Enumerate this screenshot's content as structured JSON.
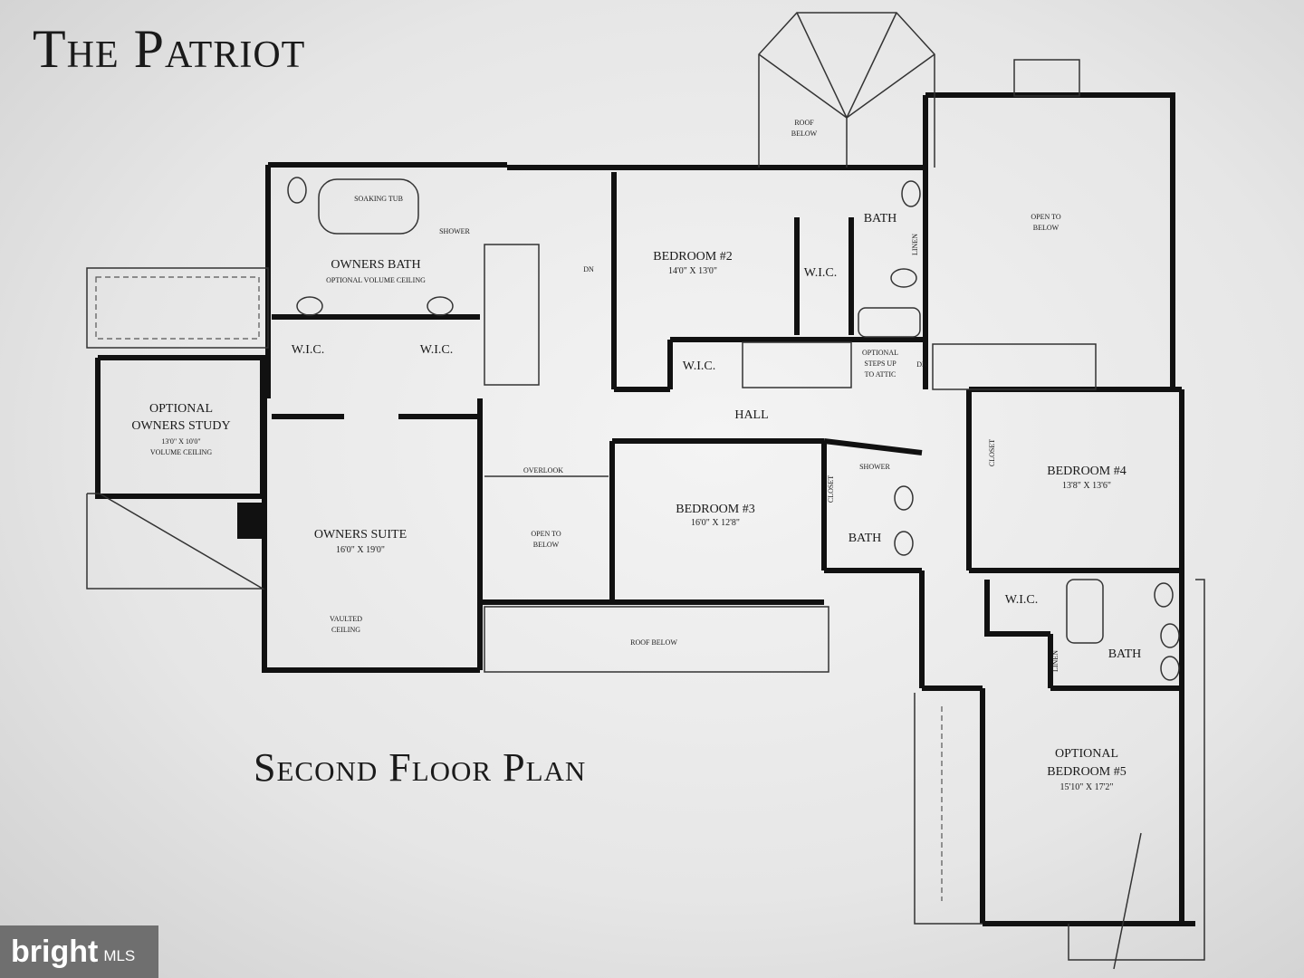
{
  "header": {
    "title": "The Patriot"
  },
  "footer": {
    "plan_title": "Second Floor Plan"
  },
  "watermark": {
    "brand": "bright",
    "suffix": "MLS"
  },
  "rooms": {
    "owners_bath": {
      "name": "OWNERS BATH",
      "note": "OPTIONAL VOLUME CEILING"
    },
    "soaking_tub": "SOAKING TUB",
    "shower1": "SHOWER",
    "wic1": "W.I.C.",
    "wic2": "W.I.C.",
    "study": {
      "line1": "OPTIONAL",
      "line2": "OWNERS STUDY",
      "dim": "13'0\" X 10'0\"",
      "note": "VOLUME CEILING"
    },
    "suite": {
      "name": "OWNERS SUITE",
      "dim": "16'0\" X 19'0\"",
      "note1": "VAULTED",
      "note2": "CEILING"
    },
    "bed2": {
      "name": "BEDROOM #2",
      "dim": "14'0\" X 13'0\""
    },
    "wic3": "W.I.C.",
    "bath2": "BATH",
    "wic4": "W.I.C.",
    "stairs_note": {
      "l1": "OPTIONAL",
      "l2": "STEPS UP",
      "l3": "TO ATTIC"
    },
    "dn1": "DN",
    "dn2": "DN",
    "hall": "HALL",
    "overlook": "OVERLOOK",
    "open_below1": {
      "l1": "OPEN TO",
      "l2": "BELOW"
    },
    "open_below2": {
      "l1": "OPEN TO",
      "l2": "BELOW"
    },
    "roof_below1": {
      "l1": "ROOF",
      "l2": "BELOW"
    },
    "roof_below2": "ROOF BELOW",
    "bed3": {
      "name": "BEDROOM #3",
      "dim": "16'0\" X 12'8\""
    },
    "closet1": "CLOSET",
    "shower2": "SHOWER",
    "bath3": "BATH",
    "bed4": {
      "name": "BEDROOM #4",
      "dim": "13'8\" X 13'6\""
    },
    "closet2": "CLOSET",
    "wic5": "W.I.C.",
    "bath4": "BATH",
    "linen": "LINEN",
    "linen2": "LINEN",
    "bed5": {
      "line1": "OPTIONAL",
      "line2": "BEDROOM #5",
      "dim": "15'10\" X 17'2\""
    }
  }
}
